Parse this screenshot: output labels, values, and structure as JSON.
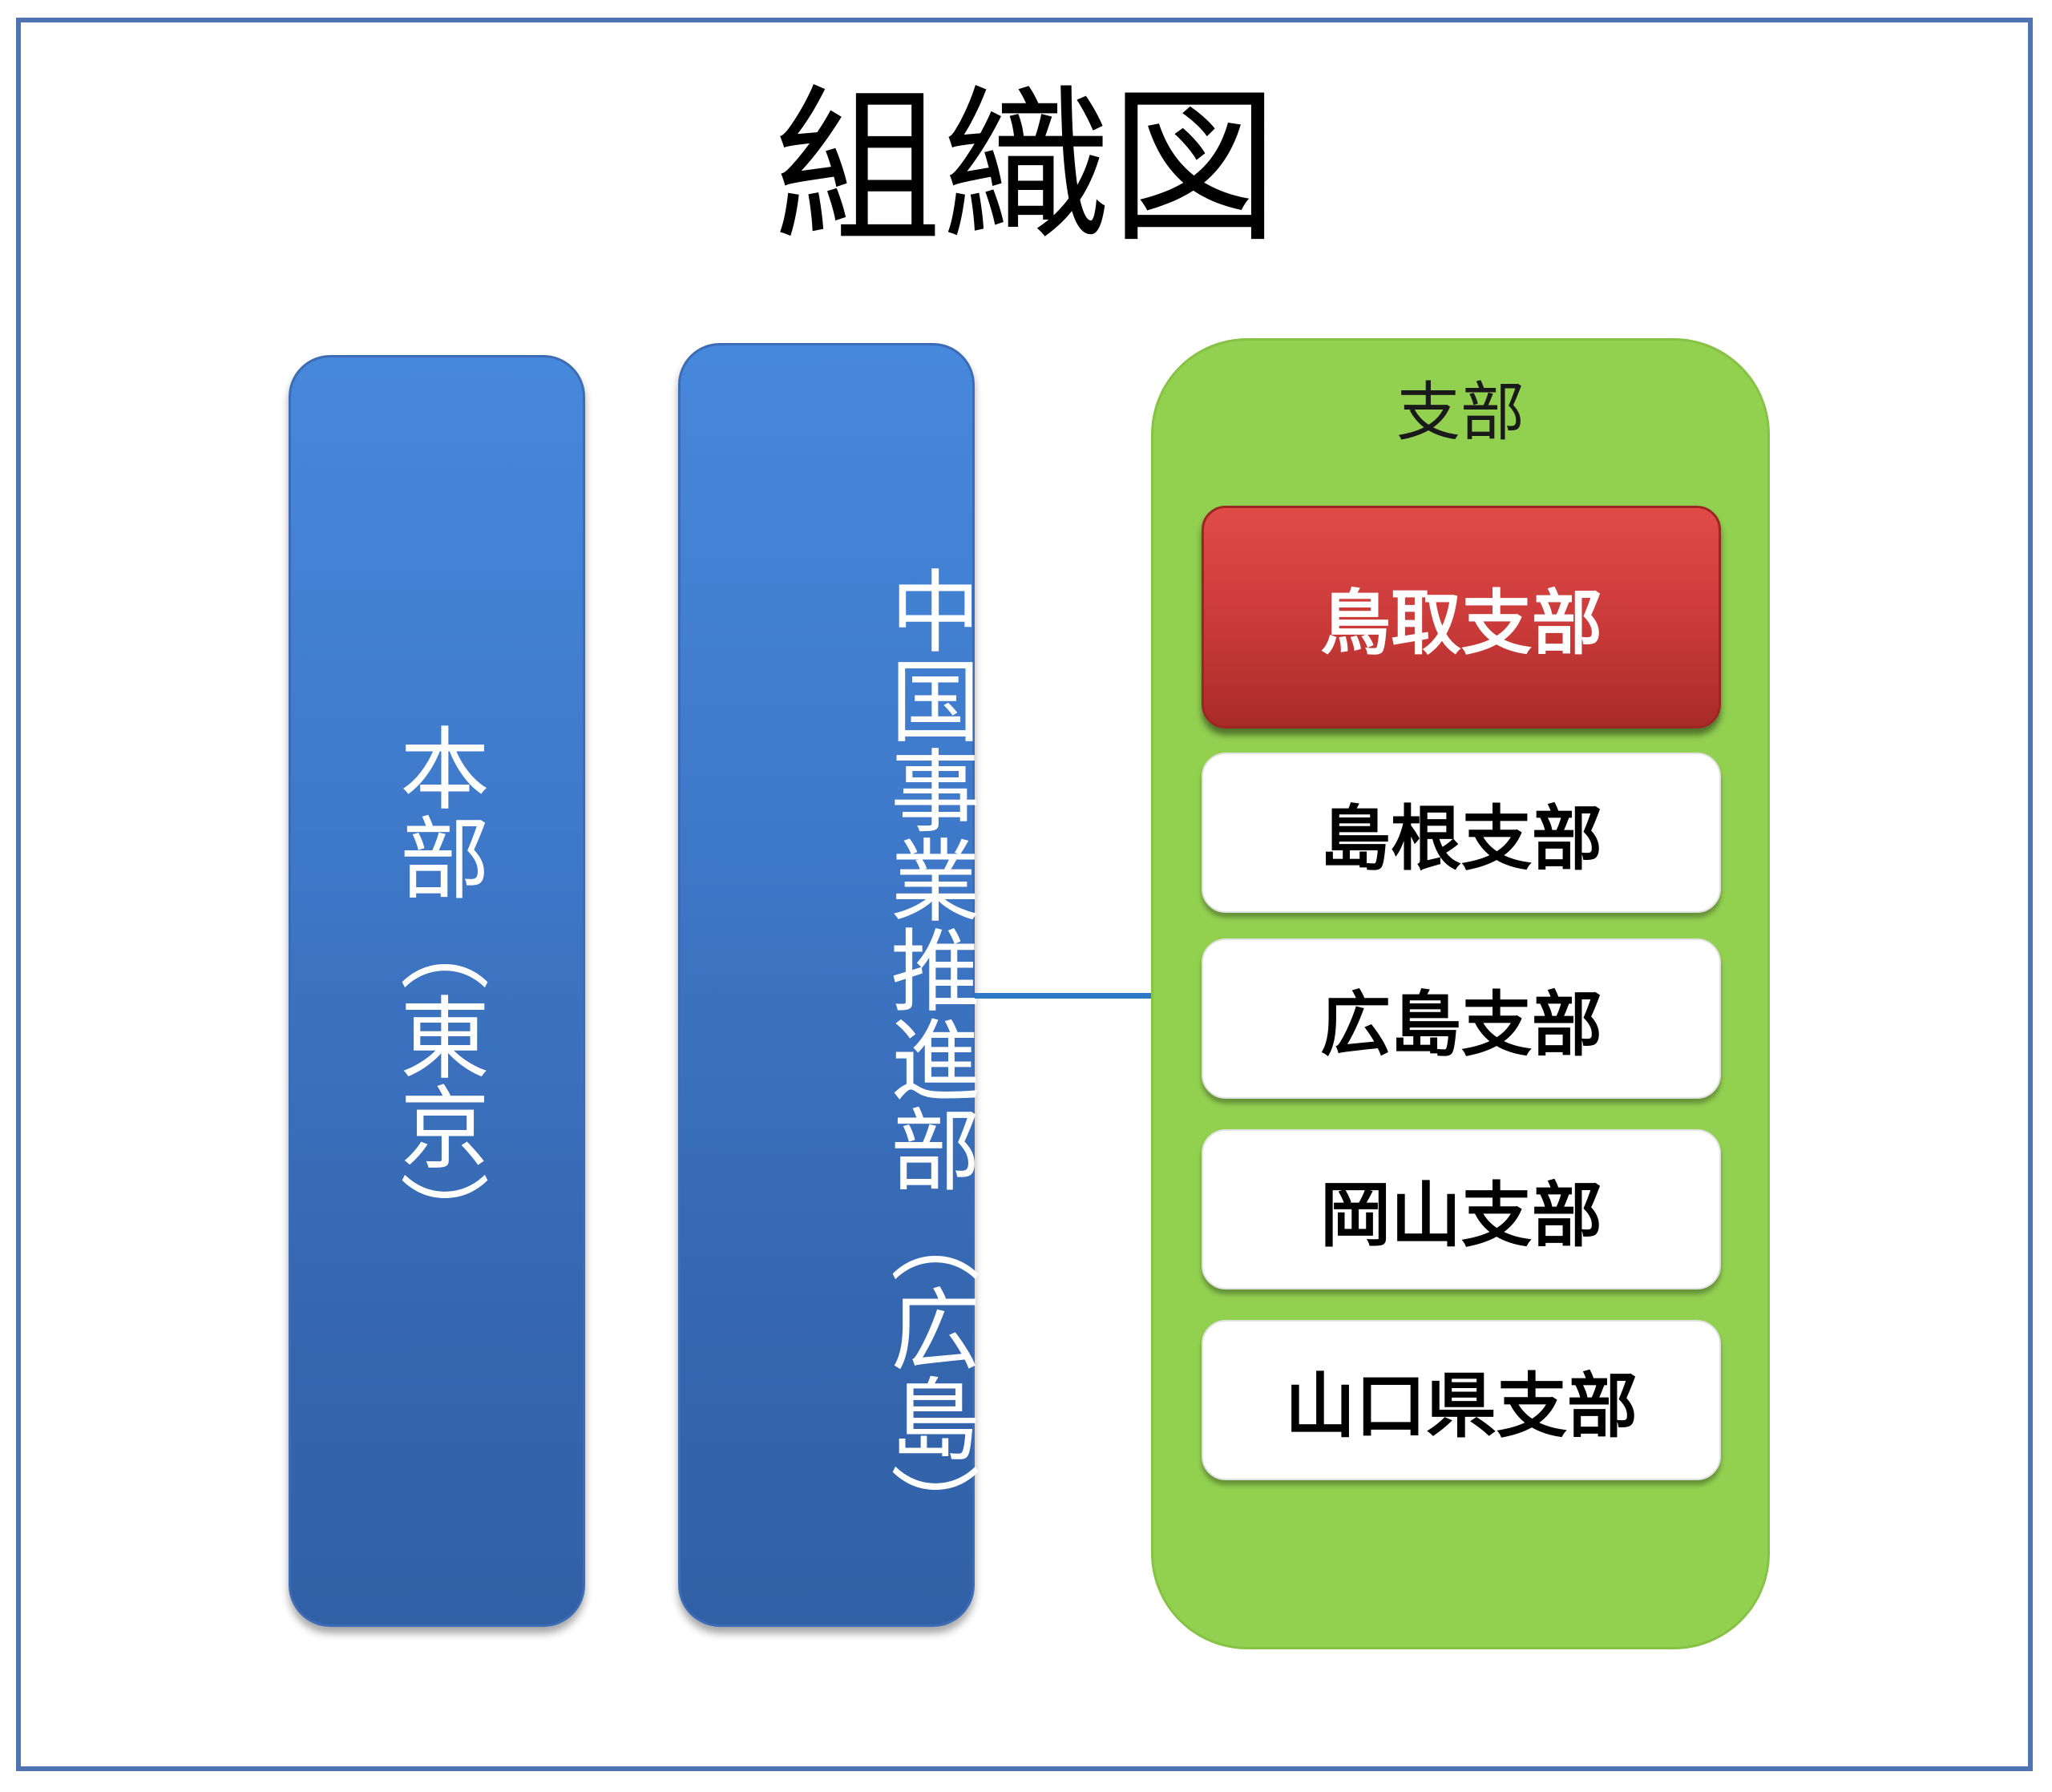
{
  "title": "組織図",
  "departments": {
    "honbu": "本部（東京）",
    "chugoku": "中国事業推進部（広島）"
  },
  "branch_group": {
    "label": "支部",
    "branches": [
      {
        "label": "鳥取支部",
        "highlighted": true
      },
      {
        "label": "島根支部",
        "highlighted": false
      },
      {
        "label": "広島支部",
        "highlighted": false
      },
      {
        "label": "岡山支部",
        "highlighted": false
      },
      {
        "label": "山口県支部",
        "highlighted": false
      }
    ]
  },
  "colors": {
    "department_blue": "#3f7acb",
    "branch_group_green": "#92d050",
    "highlight_red": "#c93a38",
    "connector_blue": "#2f78c6",
    "frame_border": "#4f74b3"
  }
}
